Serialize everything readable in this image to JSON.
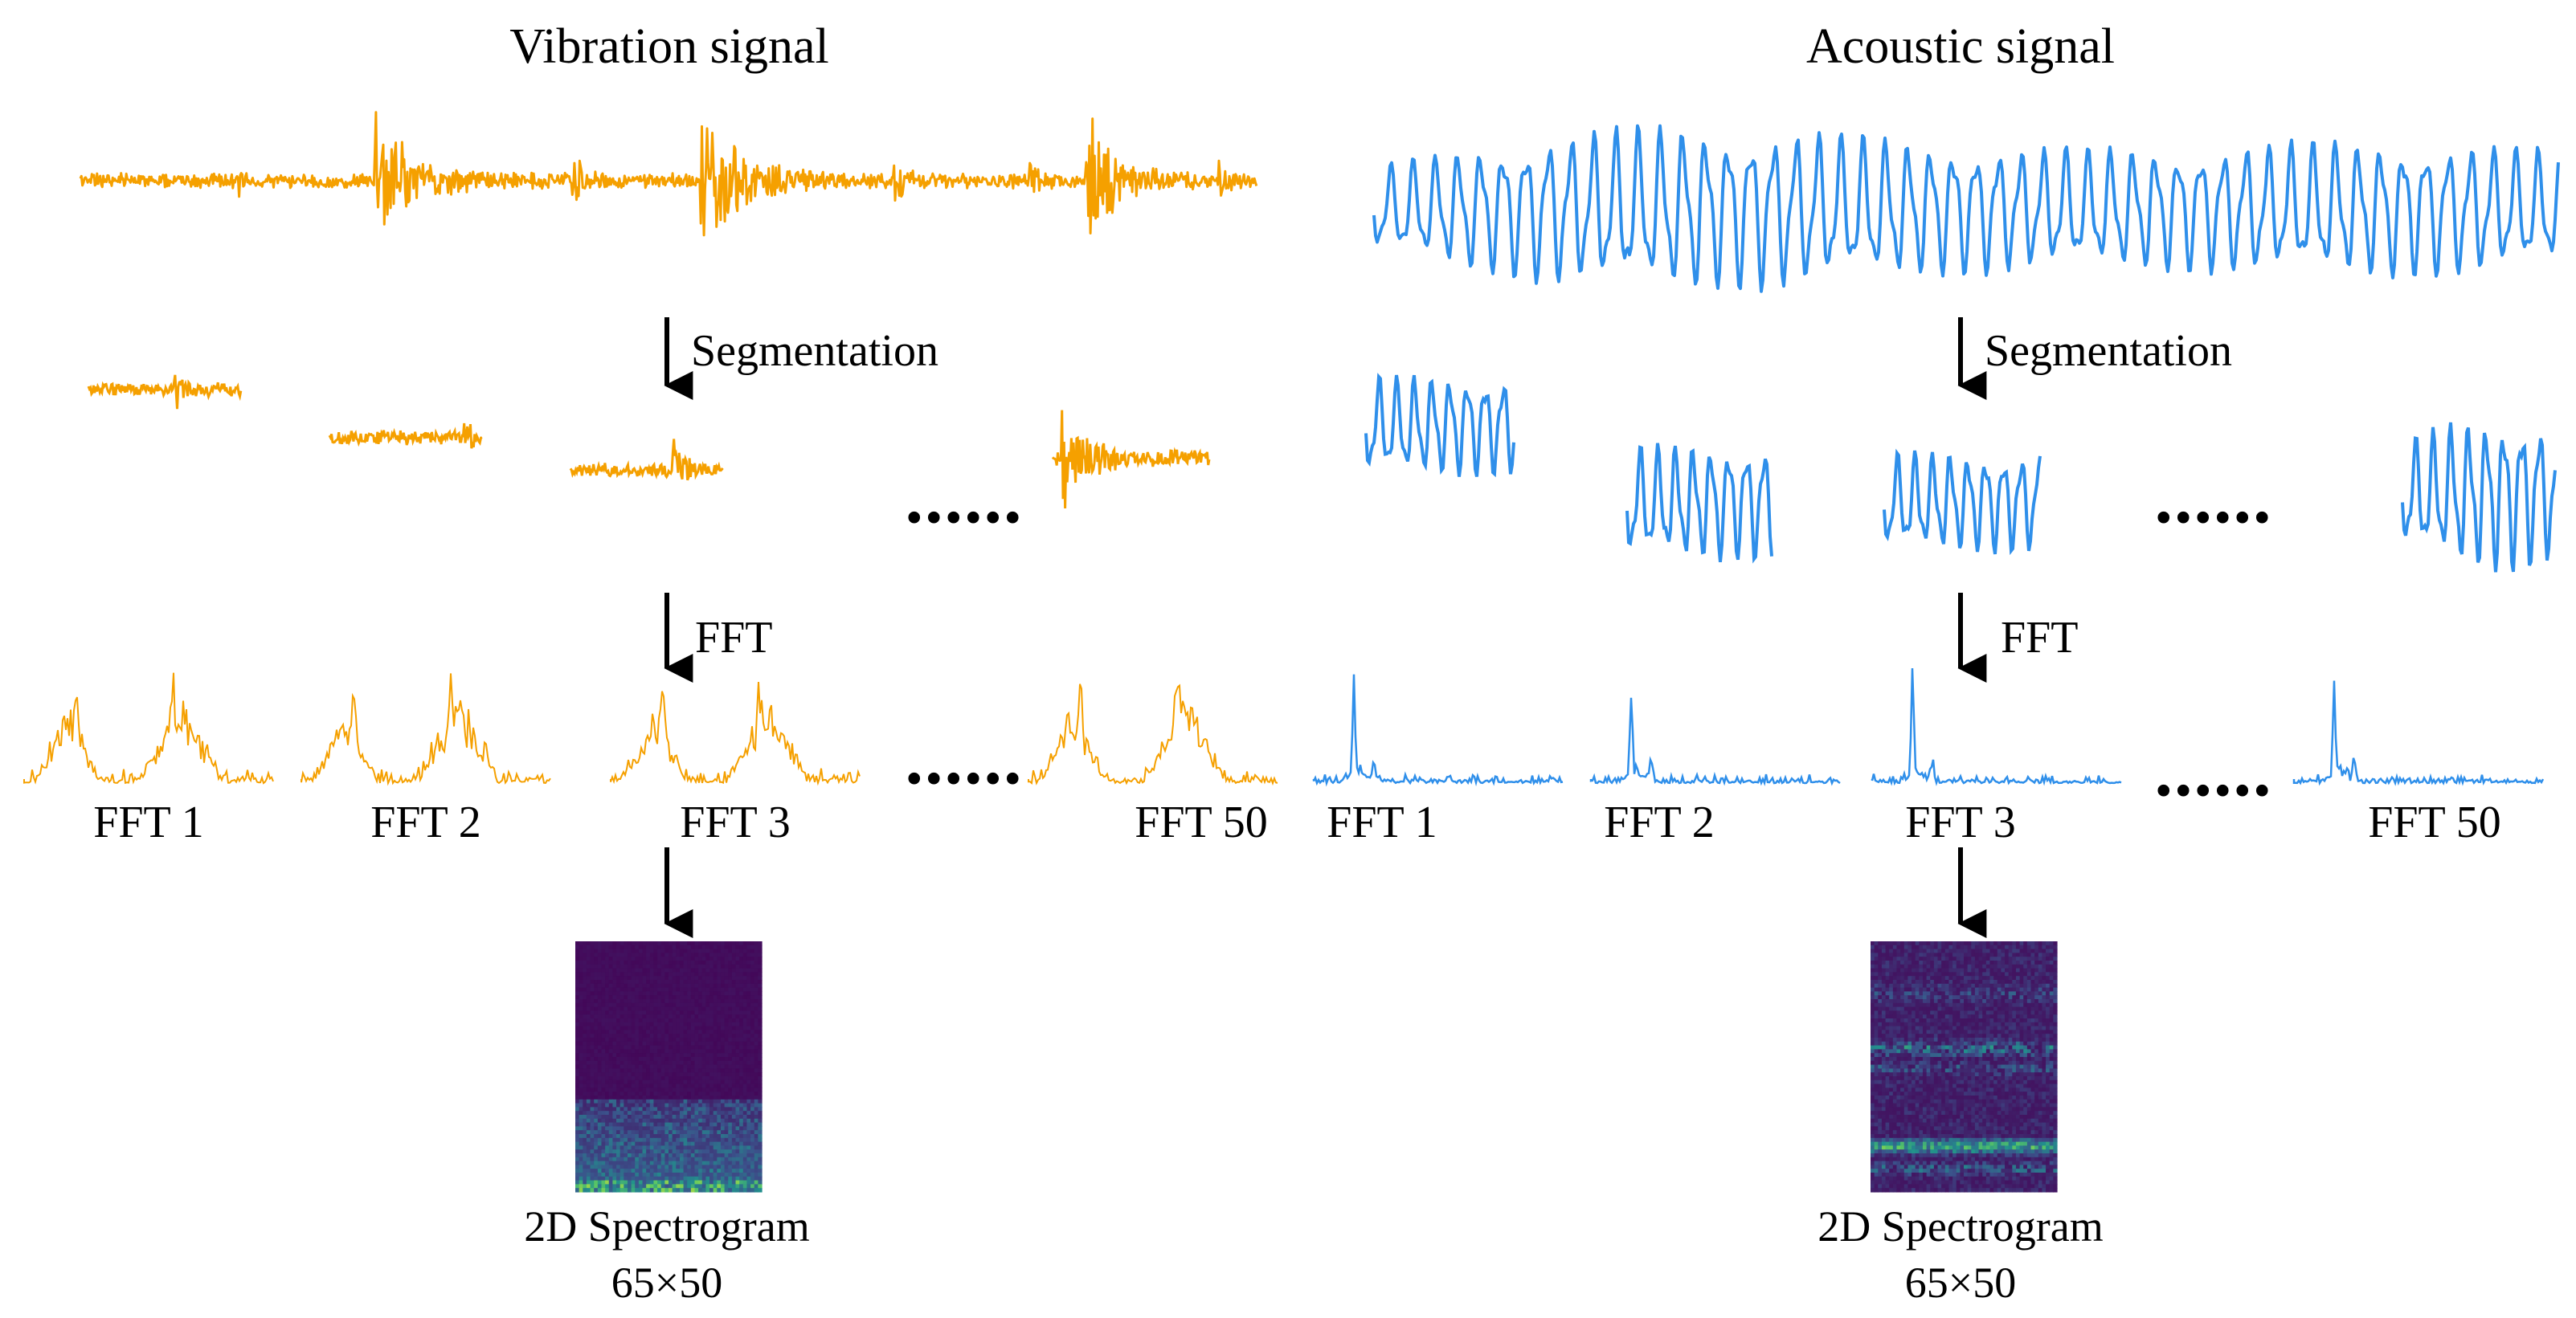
{
  "panels": [
    {
      "id": "vibration",
      "title": "Vibration signal",
      "color": "#F5A000",
      "signal_type": "vibration-impulsive",
      "step_segmentation": "Segmentation",
      "step_fft": "FFT",
      "ellipsis": "......",
      "fft_labels": [
        "FFT 1",
        "FFT 2",
        "FFT 3",
        "FFT 50"
      ],
      "spectrogram_label": "2D Spectrogram",
      "spectrogram_size": "65×50"
    },
    {
      "id": "acoustic",
      "title": "Acoustic signal",
      "color": "#2F8FEA",
      "signal_type": "acoustic-oscillatory",
      "step_segmentation": "Segmentation",
      "step_fft": "FFT",
      "ellipsis": "......",
      "fft_labels": [
        "FFT 1",
        "FFT 2",
        "FFT 3",
        "FFT 50"
      ],
      "spectrogram_label": "2D Spectrogram",
      "spectrogram_size": "65×50"
    }
  ],
  "colors": {
    "spectrogram_bg": "#46085C",
    "spectrogram_mid": "#21918C",
    "spectrogram_high": "#FDE725",
    "arrow": "#000000"
  }
}
